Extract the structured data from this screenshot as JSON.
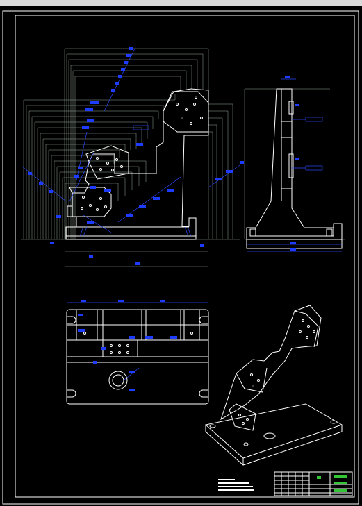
{
  "window": {
    "background": "#000000",
    "title_bar_color": "#d9d9d9"
  },
  "colors": {
    "geometry": "#ffffff",
    "dimension": "#1e3cff",
    "extension_lines": "#9aa89a",
    "title_block_fill": "#35c435"
  },
  "views": [
    {
      "id": "front-view",
      "label": ""
    },
    {
      "id": "side-view",
      "label": ""
    },
    {
      "id": "top-view",
      "label": ""
    },
    {
      "id": "isometric-view",
      "label": ""
    }
  ]
}
